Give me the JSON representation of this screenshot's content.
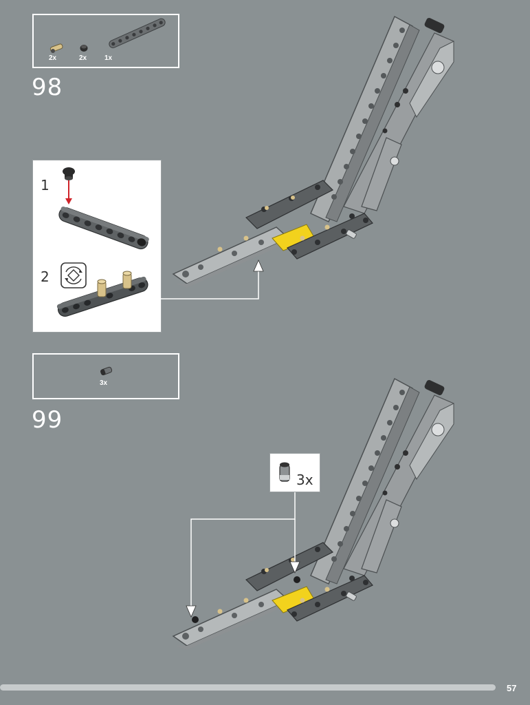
{
  "page": {
    "number": "57"
  },
  "step98": {
    "number": "98",
    "parts": [
      {
        "icon": "tan-axle-pin-icon",
        "qty": "2x"
      },
      {
        "icon": "black-pin-icon",
        "qty": "2x"
      },
      {
        "icon": "gray-beam-icon",
        "qty": "1x"
      }
    ],
    "subassembly": [
      {
        "number": "1"
      },
      {
        "number": "2",
        "icon": "rotate-model-icon"
      }
    ]
  },
  "step99": {
    "number": "99",
    "parts": [
      {
        "icon": "dark-pin-icon",
        "qty": "3x"
      }
    ],
    "callout": {
      "icon": "dark-pin-icon",
      "qty": "3x"
    }
  },
  "colors": {
    "background": "#8a9193",
    "panel_border": "#ffffff",
    "beam_light": "#a9adae",
    "beam_dark": "#5e6264",
    "accent_yellow": "#f2d21d",
    "arrow_red": "#d0242a",
    "pin_tan": "#d8c28a"
  }
}
